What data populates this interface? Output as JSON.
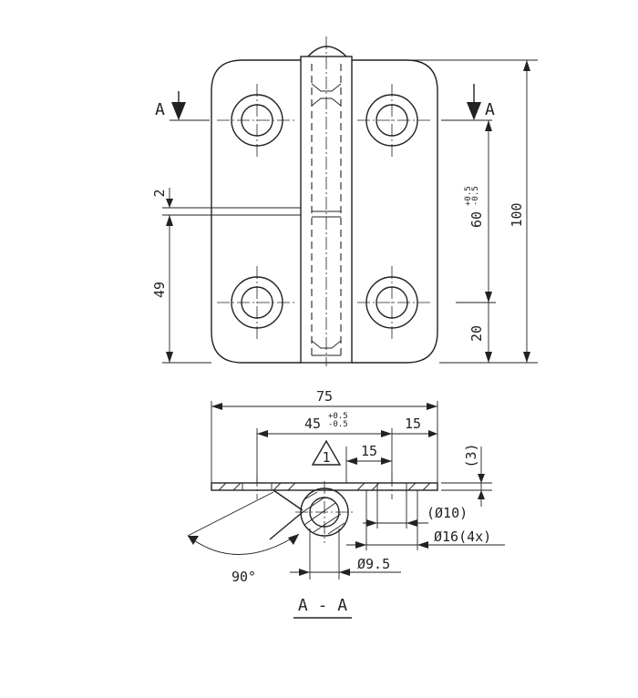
{
  "labels": {
    "section_left": "A",
    "section_right": "A",
    "section_title": "A - A",
    "triangle_mark": "1"
  },
  "dims": {
    "height": "100",
    "hole_spacing": "60",
    "hole_spacing_tol_plus": "+0.5",
    "hole_spacing_tol_minus": "-0.5",
    "bottom_offset": "20",
    "lower_leaf": "49",
    "gap": "2",
    "width": "75",
    "hole_pitch": "45",
    "hole_pitch_tol_plus": "+0.5",
    "hole_pitch_tol_minus": "-0.5",
    "edge_right": "15",
    "edge_inner": "15",
    "thickness": "(3)",
    "hole_dia": "(Ø10)",
    "counterbore": "Ø16(4x)",
    "pin_dia": "Ø9.5",
    "angle": "90°"
  }
}
